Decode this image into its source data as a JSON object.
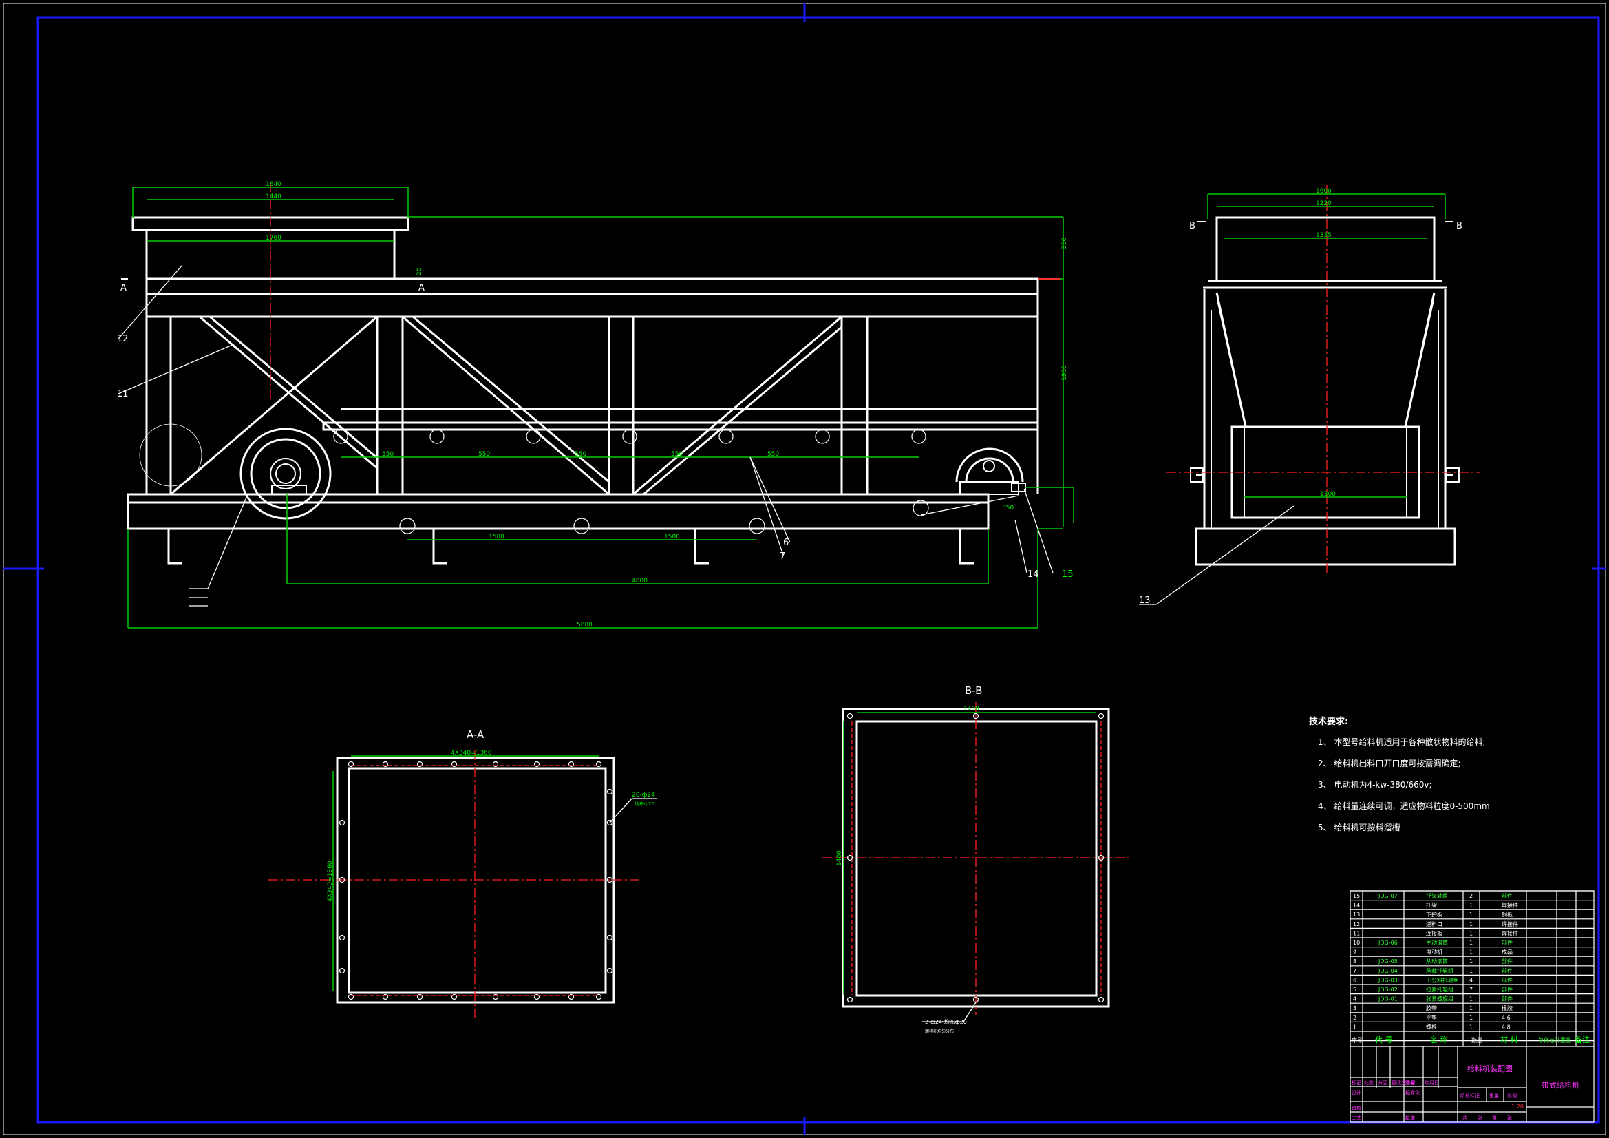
{
  "drawing": {
    "frame_colors": {
      "frame": "#1a1aff",
      "outline": "#ffffff",
      "dimension": "#00cc00",
      "centerline": "#ff2020",
      "title_block_magenta": "#ff33ff",
      "title_block_green": "#33ff33"
    },
    "main_view": {
      "top_dimensions": [
        "1640",
        "1440",
        "1760"
      ],
      "side_dimensions": [
        "350",
        "1800"
      ],
      "roller_spacings": [
        "550",
        "550",
        "550",
        "550",
        "550"
      ],
      "support_spacings": [
        "1500",
        "1500"
      ],
      "dim_inner_length": "4800",
      "dim_overall_length": "5800",
      "dim_offset_small": "20",
      "dim_small_right": "350",
      "section_label_a": "A",
      "section_label_a2": "A"
    },
    "side_view": {
      "top_dimensions": [
        "1600",
        "1220",
        "1335"
      ],
      "drum_width": "1300",
      "section_label_b": "B",
      "section_label_b2": "B"
    },
    "section_views": {
      "aa_title": "A-A",
      "aa_top_dim": "4X340=1360",
      "aa_side_dim": "4X340=1360",
      "aa_hole_note": "20-ф24",
      "aa_hole_note2": "均布ф20",
      "bb_title": "B-B",
      "bb_top_dim": "1400",
      "bb_side_dim": "1400",
      "bb_hole_note": "2-ф24-均布ф20",
      "bb_hole_note2": "螺栓孔均匀分布"
    },
    "part_labels": [
      {
        "num": "12"
      },
      {
        "num": "11"
      },
      {
        "num": "6"
      },
      {
        "num": "7"
      },
      {
        "num": "14"
      },
      {
        "num": "15"
      },
      {
        "num": "13"
      }
    ],
    "notes": {
      "title": "技术要求:",
      "items": [
        "1、  本型号给料机适用于各种散状物料的给料;",
        "2、  给料机出料口开口度可按需调确定;",
        "3、  电动机为4-kw-380/660v;",
        "4、  给料量连续可调，适应物料粒度0-500mm",
        "5、  给料机可按料溜槽"
      ]
    },
    "bom": {
      "rows": [
        {
          "no": "15",
          "code": "JDG-07",
          "name": "托架轴组",
          "qty": "2",
          "mat": "部件"
        },
        {
          "no": "14",
          "code": "",
          "name": "托架",
          "qty": "1",
          "mat": "焊接件"
        },
        {
          "no": "13",
          "code": "",
          "name": "下护板",
          "qty": "1",
          "mat": "钢板"
        },
        {
          "no": "12",
          "code": "",
          "name": "进料口",
          "qty": "1",
          "mat": "焊接件"
        },
        {
          "no": "11",
          "code": "",
          "name": "连接板",
          "qty": "1",
          "mat": "焊接件"
        },
        {
          "no": "10",
          "code": "JDG-06",
          "name": "主动滚筒",
          "qty": "1",
          "mat": "部件"
        },
        {
          "no": "9",
          "code": "",
          "name": "电动机",
          "qty": "1",
          "mat": "成品"
        },
        {
          "no": "8",
          "code": "JDG-05",
          "name": "从动滚筒",
          "qty": "1",
          "mat": "部件"
        },
        {
          "no": "7",
          "code": "JDG-04",
          "name": "承载托辊组",
          "qty": "1",
          "mat": "部件"
        },
        {
          "no": "6",
          "code": "JDG-03",
          "name": "下分料托辊组",
          "qty": "4",
          "mat": "部件"
        },
        {
          "no": "5",
          "code": "JDG-02",
          "name": "拉紧托辊组",
          "qty": "7",
          "mat": "部件"
        },
        {
          "no": "4",
          "code": "JDG-01",
          "name": "张紧螺旋组",
          "qty": "1",
          "mat": "部件"
        },
        {
          "no": "3",
          "code": "",
          "name": "胶带",
          "qty": "1",
          "mat": "橡胶"
        },
        {
          "no": "2",
          "code": "",
          "name": "平垫",
          "qty": "1",
          "mat": "4.6"
        },
        {
          "no": "1",
          "code": "",
          "name": "螺栓",
          "qty": "1",
          "mat": "4.8"
        }
      ],
      "header": {
        "no": "序号",
        "code": "代  号",
        "name": "名  称",
        "qty": "数量",
        "mat": "材  料",
        "weight": "单件总计重量",
        "remark": "备注"
      }
    },
    "title_block": {
      "drawing_title": "给料机装配图",
      "product_name": "带式给料机",
      "labels": [
        "标记",
        "处数",
        "分区",
        "更改文件号",
        "签名",
        "年月日",
        "设计",
        "标准化",
        "审核",
        "工艺",
        "批准"
      ],
      "stage_labels": [
        "阶段标记",
        "重量",
        "比例"
      ],
      "scale": "1:20",
      "sheet": [
        "共",
        "张",
        "第",
        "张"
      ]
    }
  }
}
